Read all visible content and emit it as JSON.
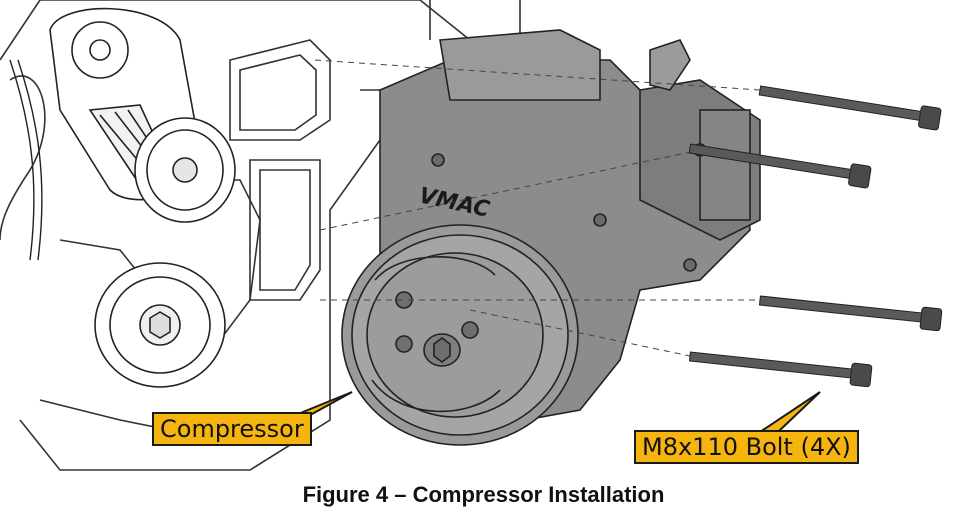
{
  "callouts": {
    "compressor": "Compressor",
    "bolt": "M8x110 Bolt (4X)"
  },
  "figure": {
    "caption": "Figure 4 – Compressor Installation",
    "brand_mark": "VMAC"
  },
  "colors": {
    "callout_fill": "#f6b40e",
    "compressor_body": "#8c8c8c",
    "bolt": "#5a5a5a",
    "line_art": "#333333"
  }
}
